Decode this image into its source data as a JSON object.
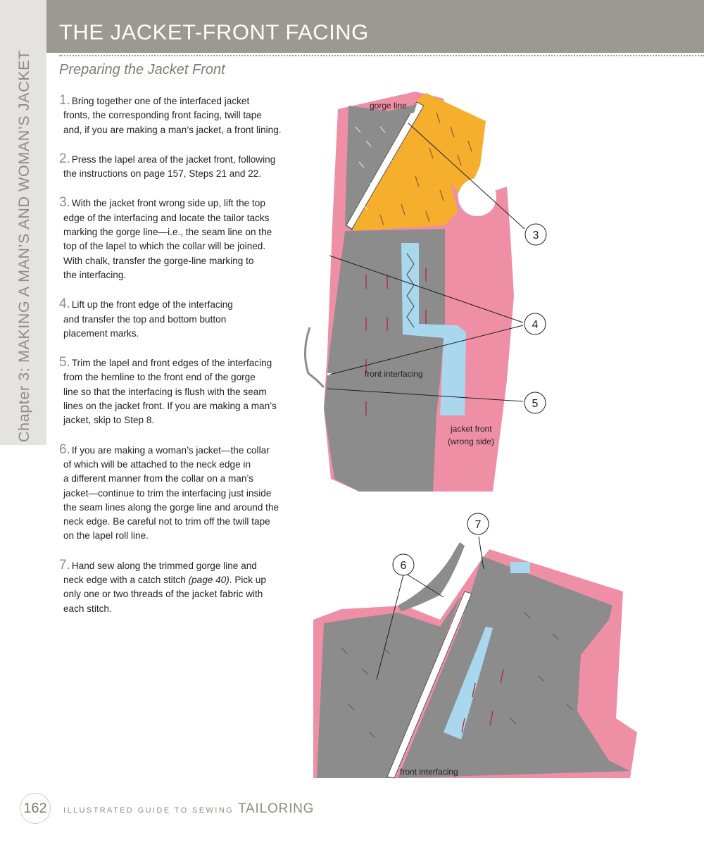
{
  "chapter_tab": "Chapter 3: MAKING A MAN’S AND WOMAN’S JACKET",
  "header": {
    "title": "THE JACKET-FRONT FACING"
  },
  "subtitle": "Preparing the Jacket Front",
  "steps": [
    {
      "num": "1.",
      "lines": [
        "Bring together one of the interfaced jacket",
        "fronts, the corresponding front facing, twill tape",
        "and, if you are making a man’s jacket, a front lining."
      ]
    },
    {
      "num": "2.",
      "lines": [
        "Press the lapel area of the jacket front, following",
        "the instructions on page 157, Steps 21 and 22."
      ]
    },
    {
      "num": "3.",
      "lines": [
        "With the jacket front wrong side up, lift the top",
        "edge of the interfacing and locate the tailor tacks",
        "marking the gorge line—i.e., the seam line on the",
        "top of the lapel to which the collar will be joined.",
        "With chalk, transfer the gorge-line marking to",
        "the interfacing."
      ]
    },
    {
      "num": "4.",
      "lines": [
        "Lift up the front edge of the interfacing",
        "and transfer the top and bottom button",
        "placement marks."
      ]
    },
    {
      "num": "5.",
      "lines": [
        "Trim the lapel and front edges of the interfacing",
        "from the hemline to the front end of the gorge",
        "line so that the interfacing is flush with the seam",
        "lines on the jacket front. If you are making a man’s",
        "jacket, skip to Step 8."
      ]
    },
    {
      "num": "6.",
      "lines": [
        "If you are making a woman’s jacket—the collar",
        "of which will be attached to the neck edge in",
        "a different manner from the collar on a man’s",
        "jacket—continue to trim the interfacing just inside",
        "the seam lines along the gorge line and around the",
        "neck edge. Be careful not to trim off the twill tape",
        "on the lapel roll line."
      ]
    },
    {
      "num": "7.",
      "lines": [
        "Hand sew along the trimmed gorge line and",
        "neck edge with a catch stitch ",
        "only one or two threads of the jacket fabric with",
        "each stitch."
      ],
      "italic_ref": "(page 40)",
      "after_ref": ". Pick up"
    }
  ],
  "figure1": {
    "labels": {
      "gorge_line": "gorge line",
      "front_interfacing": "front interfacing",
      "jacket_front_1": "jacket front",
      "jacket_front_2": "(wrong side)"
    },
    "callouts": [
      "3",
      "4",
      "5"
    ]
  },
  "figure2": {
    "labels": {
      "front_interfacing": "front interfacing"
    },
    "callouts": [
      "7",
      "6"
    ]
  },
  "footer": {
    "page_number": "162",
    "series": "ILLUSTRATED GUIDE TO SEWING",
    "book": "TAILORING"
  },
  "colors": {
    "header": "#9c9892",
    "tab": "#e5e3df",
    "pink": "#ef8fa6",
    "gray": "#8c8c8c",
    "yellow": "#f6ae2d",
    "blue": "#a9d8ee"
  }
}
